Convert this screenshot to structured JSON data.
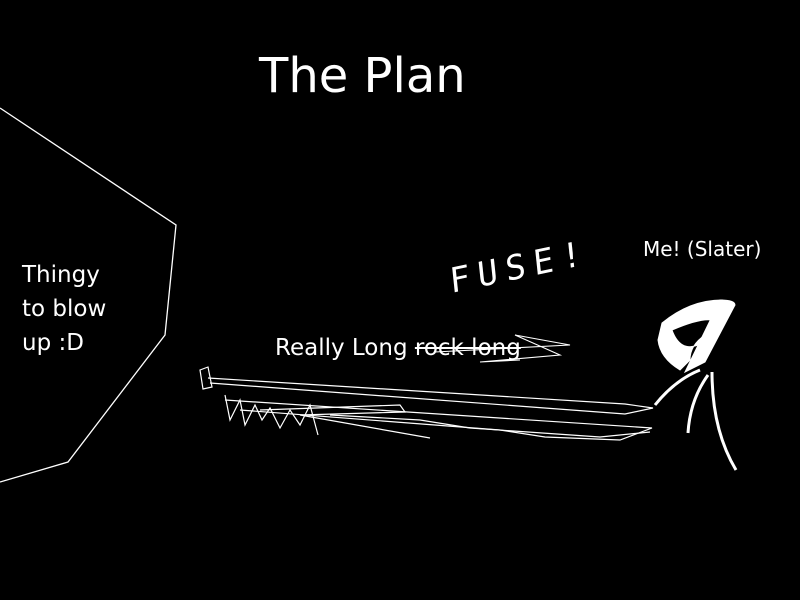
{
  "title": "The Plan",
  "target_label_lines": [
    "Thingy",
    "to blow",
    "up :D"
  ],
  "me_label": "Me! (Slater)",
  "rod_label": "Really Long",
  "rod_label_struck": "rock long",
  "fuse_label": "FUSE!",
  "colors": {
    "background": "#000000",
    "ink": "#ffffff"
  }
}
